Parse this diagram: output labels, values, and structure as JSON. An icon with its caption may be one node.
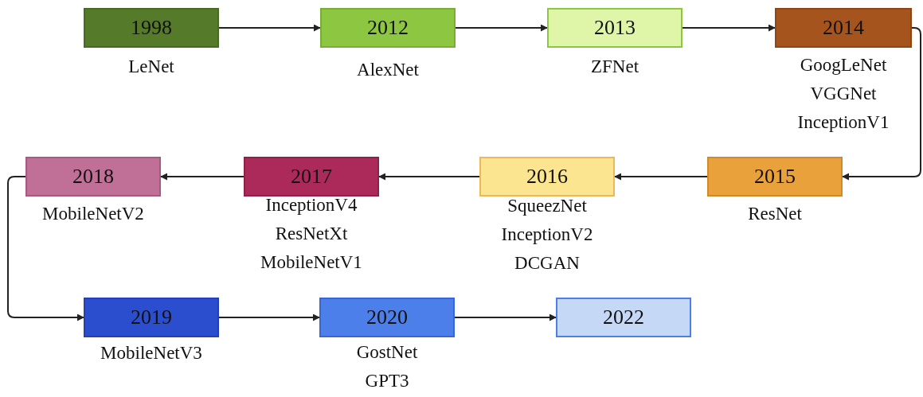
{
  "diagram": {
    "nodes": [
      {
        "text": [
          "1998"
        ],
        "beside": [
          "LeNet"
        ]
      },
      {
        "text": [
          "2012"
        ],
        "beside": [
          "AlexNet"
        ]
      },
      {
        "text": [
          "2013"
        ],
        "beside": [
          "ZFNet"
        ]
      },
      {
        "text": [
          "2014"
        ],
        "beside": [
          "GoogLeNet",
          "VGGNet",
          "InceptionV1"
        ]
      },
      {
        "text": [
          "2015"
        ],
        "beside": [
          "ResNet"
        ]
      },
      {
        "text": [
          "2016"
        ],
        "beside": [
          "SqueezNet",
          "InceptionV2",
          "DCGAN"
        ]
      },
      {
        "text": [
          "2017"
        ],
        "beside": [
          "InceptionV4",
          "ResNetXt",
          "MobileNetV1"
        ]
      },
      {
        "text": [
          "2018"
        ],
        "beside": [
          "MobileNetV2"
        ]
      },
      {
        "text": [
          "2019"
        ],
        "beside": [
          "MobileNetV3"
        ]
      },
      {
        "text": [
          "2020"
        ],
        "beside": [
          "GostNet",
          "GPT3"
        ]
      },
      {
        "text": [
          "2022"
        ]
      }
    ],
    "edges": [
      {
        "from": 0,
        "to": 1,
        "arrow": "to"
      },
      {
        "from": 1,
        "to": 2,
        "arrow": "to"
      },
      {
        "from": 2,
        "to": 3,
        "arrow": "to"
      },
      {
        "from": 3,
        "to": 4,
        "arrow": "to"
      },
      {
        "from": 4,
        "to": 5,
        "arrow": "to"
      },
      {
        "from": 5,
        "to": 6,
        "arrow": "to"
      },
      {
        "from": 6,
        "to": 7,
        "arrow": "to"
      },
      {
        "from": 7,
        "to": 8,
        "arrow": "to"
      },
      {
        "from": 8,
        "to": 9,
        "arrow": "to"
      },
      {
        "from": 9,
        "to": 10,
        "arrow": "to"
      }
    ]
  }
}
